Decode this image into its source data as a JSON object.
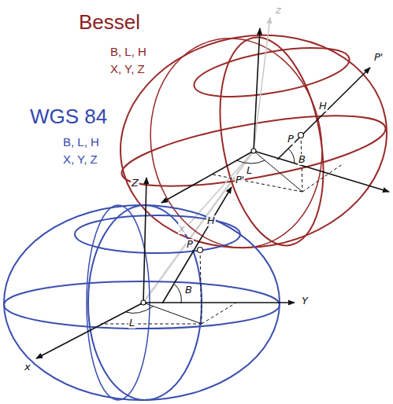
{
  "diagram": {
    "labels": [
      "Bessel",
      "B, L, H",
      "X, Y, Z",
      "WGS 84",
      "B, L, H",
      "X, Y, Z",
      "P'",
      "H",
      "P",
      "L",
      "B",
      "z",
      "x",
      "Z",
      "P'",
      "H",
      "P",
      "L",
      "B",
      "Y",
      "x"
    ]
  }
}
